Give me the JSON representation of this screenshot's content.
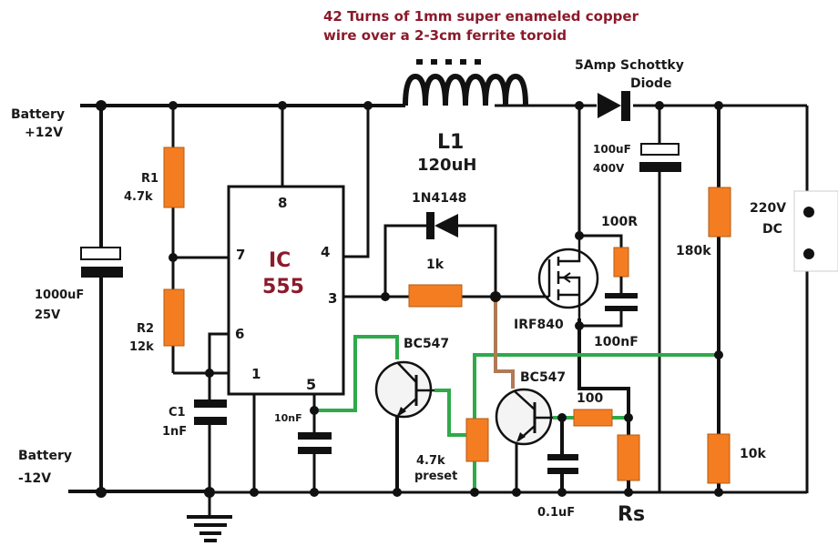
{
  "title_note": [
    "42 Turns of 1mm super enameled copper",
    "wire over a 2-3cm ferrite toroid"
  ],
  "colors": {
    "resistor": "#f47d22",
    "green_wire": "#2eaa4a",
    "brown_wire": "#b07a55",
    "ic_label": "#8b1a2b"
  },
  "battery": {
    "pos_label": "Battery",
    "pos_value": "+12V",
    "neg_label": "Battery",
    "neg_value": "-12V"
  },
  "c_input": {
    "value": "1000uF",
    "voltage": "25V"
  },
  "r1": {
    "name": "R1",
    "value": "4.7k"
  },
  "r2": {
    "name": "R2",
    "value": "12k"
  },
  "c1": {
    "name": "C1",
    "value": "1nF"
  },
  "ic": {
    "line1": "IC",
    "line2": "555",
    "pins": {
      "p8": "8",
      "p7": "7",
      "p6": "6",
      "p1": "1",
      "p4": "4",
      "p3": "3",
      "p5": "5"
    }
  },
  "c_pin5": {
    "value": "10nF"
  },
  "inductor": {
    "name": "L1",
    "value": "120uH"
  },
  "diode_gate": {
    "name": "1N4148"
  },
  "r_gate": {
    "value": "1k"
  },
  "mosfet": {
    "name": "IRF840"
  },
  "snubber": {
    "r": "100R",
    "c": "100nF"
  },
  "schottky": {
    "line1": "5Amp Schottky",
    "line2": "Diode"
  },
  "c_out": {
    "value": "100uF",
    "voltage": "400V"
  },
  "r_top": {
    "value": "180k"
  },
  "r_bottom": {
    "value": "10k"
  },
  "output": {
    "line1": "220V",
    "line2": "DC"
  },
  "q1": {
    "name": "BC547"
  },
  "q2": {
    "name": "BC547"
  },
  "preset": {
    "value": "4.7k",
    "label": "preset"
  },
  "r_base": {
    "value": "100"
  },
  "c_base": {
    "value": "0.1uF"
  },
  "rs": {
    "name": "Rs"
  }
}
